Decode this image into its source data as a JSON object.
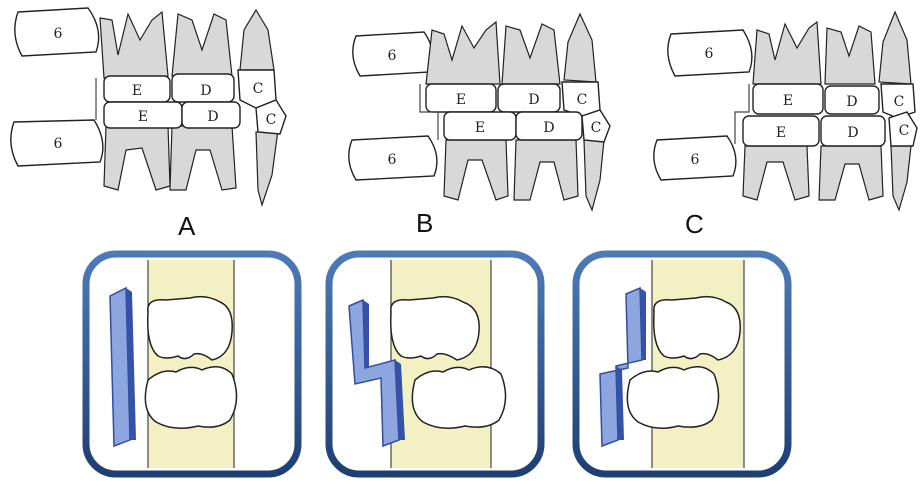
{
  "panels": [
    {
      "label": "A",
      "upper": {
        "molar": "6",
        "e": "E",
        "d": "D",
        "c": "C"
      },
      "lower": {
        "molar": "6",
        "e": "E",
        "d": "D",
        "c": "C"
      }
    },
    {
      "label": "B",
      "upper": {
        "molar": "6",
        "e": "E",
        "d": "D",
        "c": "C"
      },
      "lower": {
        "molar": "6",
        "e": "E",
        "d": "D",
        "c": "C"
      }
    },
    {
      "label": "C",
      "upper": {
        "molar": "6",
        "e": "E",
        "d": "D",
        "c": "C"
      },
      "lower": {
        "molar": "6",
        "e": "E",
        "d": "D",
        "c": "C"
      }
    }
  ],
  "cards": [
    {
      "plane": "flush-terminal-plane"
    },
    {
      "plane": "mesial-step"
    },
    {
      "plane": "distal-step"
    }
  ],
  "colors": {
    "frame": "#2f5c97",
    "plane": "#7f9ad6",
    "plane_dark": "#3452a8",
    "gum": "#f3f0c4",
    "tooth_gray": "#d8d8d8"
  }
}
